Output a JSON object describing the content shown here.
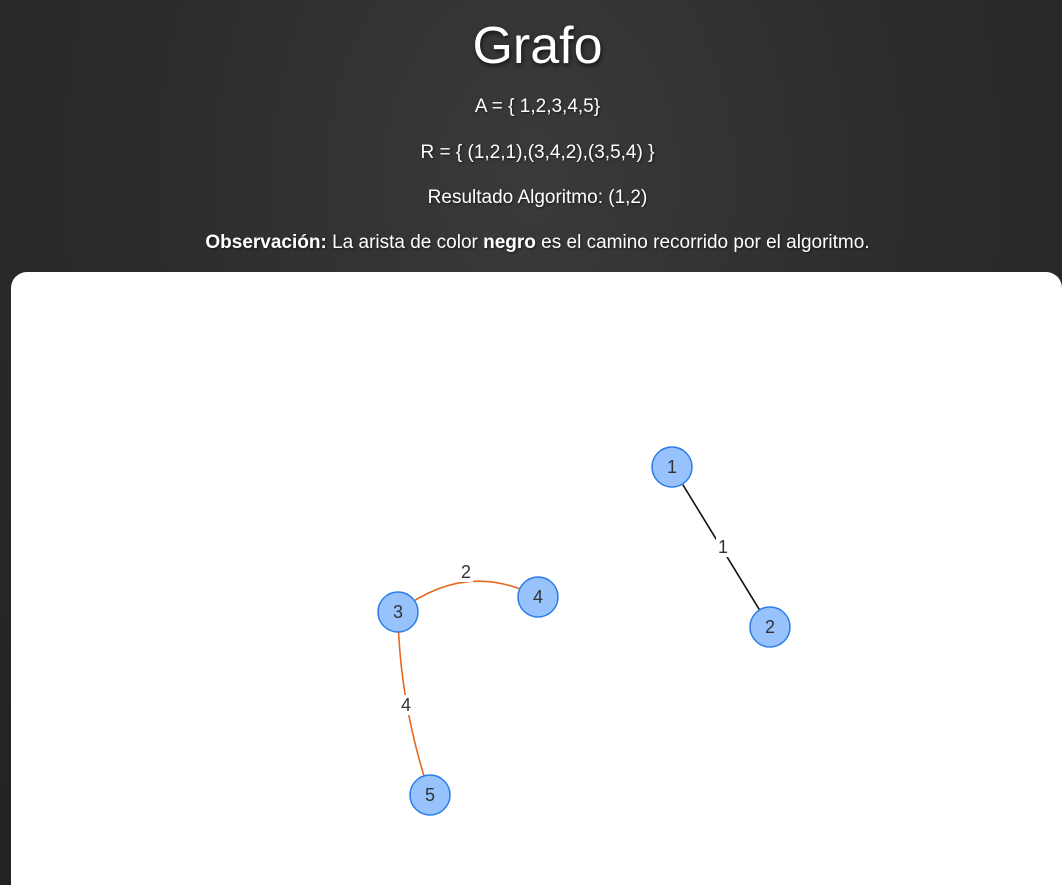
{
  "header": {
    "title": "Grafo",
    "set_a": "A = { 1,2,3,4,5}",
    "set_r": "R = { (1,2,1),(3,4,2),(3,5,4) }",
    "result": "Resultado Algoritmo: (1,2)",
    "observation_label": "Observación:",
    "observation_text_1": " La arista de color ",
    "observation_bold": "negro",
    "observation_text_2": " es el camino recorrido por el algoritmo."
  },
  "graph": {
    "node_fill": "#97c2fc",
    "node_border": "#2b7ce9",
    "nodes": [
      {
        "id": "1",
        "label": "1"
      },
      {
        "id": "2",
        "label": "2"
      },
      {
        "id": "3",
        "label": "3"
      },
      {
        "id": "4",
        "label": "4"
      },
      {
        "id": "5",
        "label": "5"
      }
    ],
    "edges": [
      {
        "from": "1",
        "to": "2",
        "weight": "1",
        "color": "#111111",
        "in_path": true
      },
      {
        "from": "3",
        "to": "4",
        "weight": "2",
        "color": "#e8691c",
        "in_path": false
      },
      {
        "from": "3",
        "to": "5",
        "weight": "4",
        "color": "#e8691c",
        "in_path": false
      }
    ]
  }
}
